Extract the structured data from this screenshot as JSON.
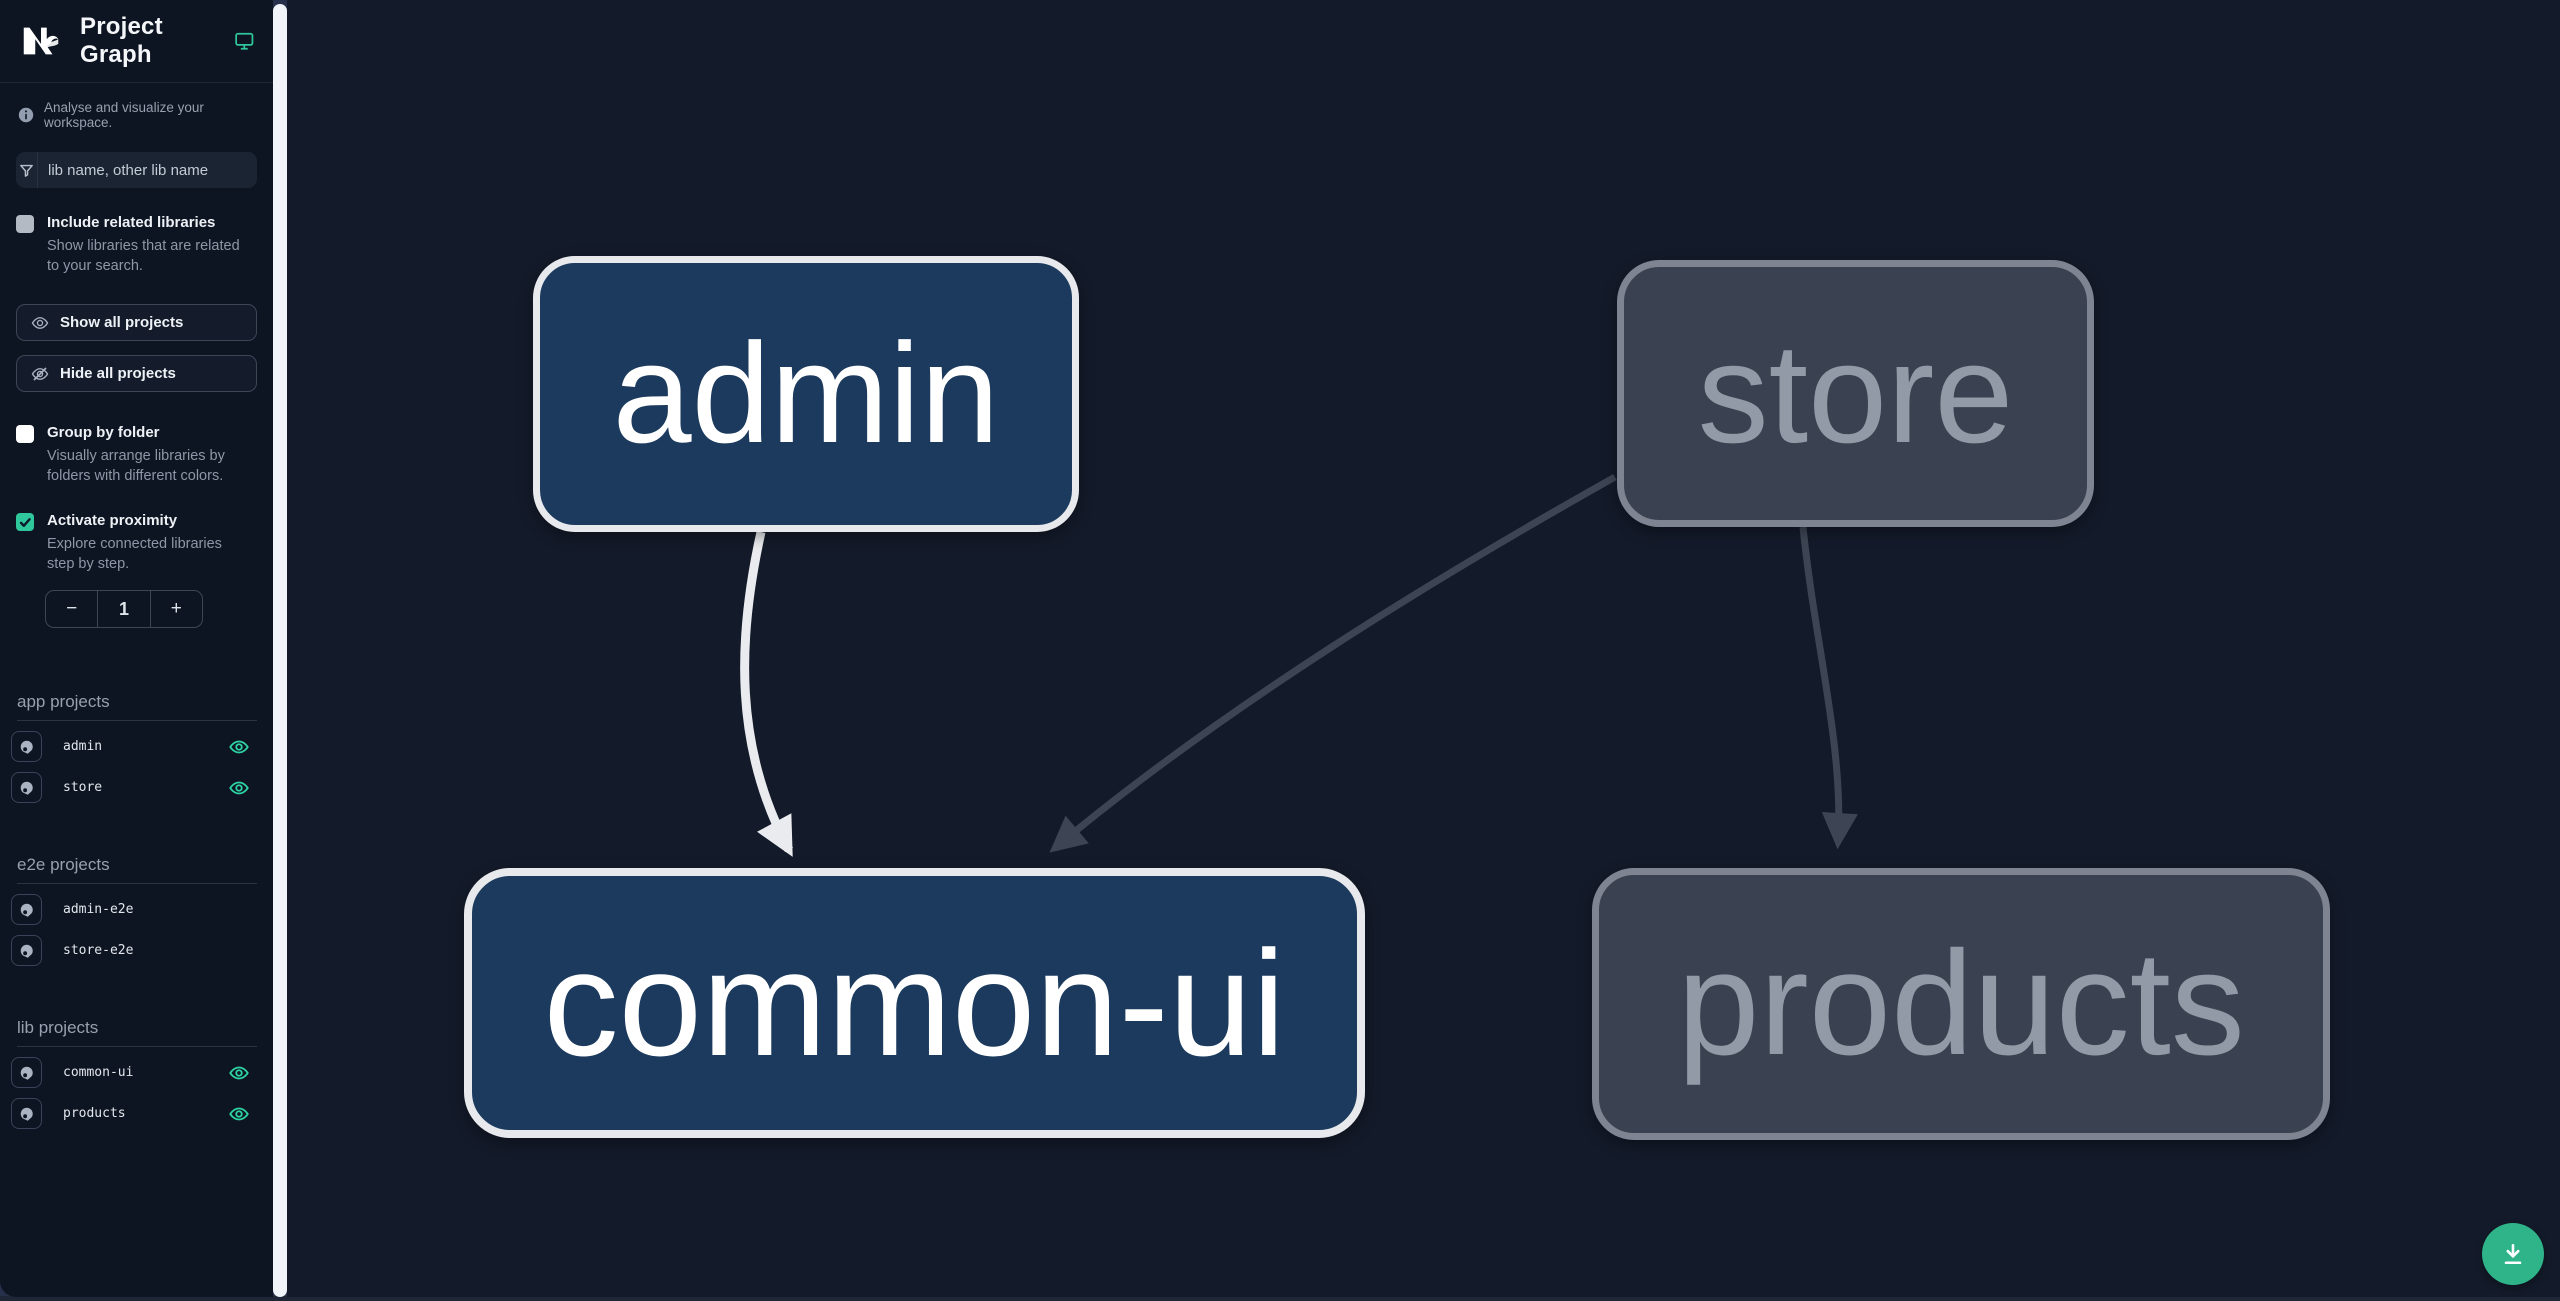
{
  "header": {
    "title": "Project Graph"
  },
  "sidebar": {
    "tagline": "Analyse and visualize your workspace.",
    "search_placeholder": "lib name, other lib name",
    "options": {
      "include_related": {
        "label": "Include related libraries",
        "desc": "Show libraries that are related to your search.",
        "checked": false
      },
      "group_by_folder": {
        "label": "Group by folder",
        "desc": "Visually arrange libraries by folders with different colors.",
        "checked": false
      },
      "proximity": {
        "label": "Activate proximity",
        "desc": "Explore connected libraries step by step.",
        "checked": true,
        "value": "1"
      }
    },
    "stepper": {
      "decrement": "−",
      "increment": "+"
    },
    "buttons": {
      "show_all": "Show all projects",
      "hide_all": "Hide all projects"
    },
    "sections": [
      {
        "label": "app projects",
        "items": [
          {
            "name": "admin",
            "visible": true
          },
          {
            "name": "store",
            "visible": true
          }
        ]
      },
      {
        "label": "e2e projects",
        "items": [
          {
            "name": "admin-e2e",
            "visible": false
          },
          {
            "name": "store-e2e",
            "visible": false
          }
        ]
      },
      {
        "label": "lib projects",
        "items": [
          {
            "name": "common-ui",
            "visible": true
          },
          {
            "name": "products",
            "visible": true
          }
        ]
      }
    ]
  },
  "graph": {
    "nodes": [
      {
        "label": "admin",
        "type": "app",
        "state": "focused"
      },
      {
        "label": "store",
        "type": "app",
        "state": "muted"
      },
      {
        "label": "common-ui",
        "type": "lib",
        "state": "focused"
      },
      {
        "label": "products",
        "type": "lib",
        "state": "muted"
      }
    ],
    "edges": [
      {
        "from": "admin",
        "to": "common-ui",
        "state": "highlighted"
      },
      {
        "from": "store",
        "to": "common-ui",
        "state": "muted"
      },
      {
        "from": "store",
        "to": "products",
        "state": "muted"
      }
    ]
  },
  "colors": {
    "accent_green": "#2ed3a3",
    "fab_green": "#2fb489",
    "sidebar_bg": "#0e1522",
    "canvas_bg": "#131a29",
    "node_focused_fill": "#1b3a5d",
    "node_focused_border": "#e7e9ec",
    "node_muted_fill": "#3a4150",
    "node_muted_border": "#7e8492",
    "edge_light": "#e9ebee",
    "edge_muted": "#3d4554",
    "scroll_strip": "#f1f5f9"
  }
}
